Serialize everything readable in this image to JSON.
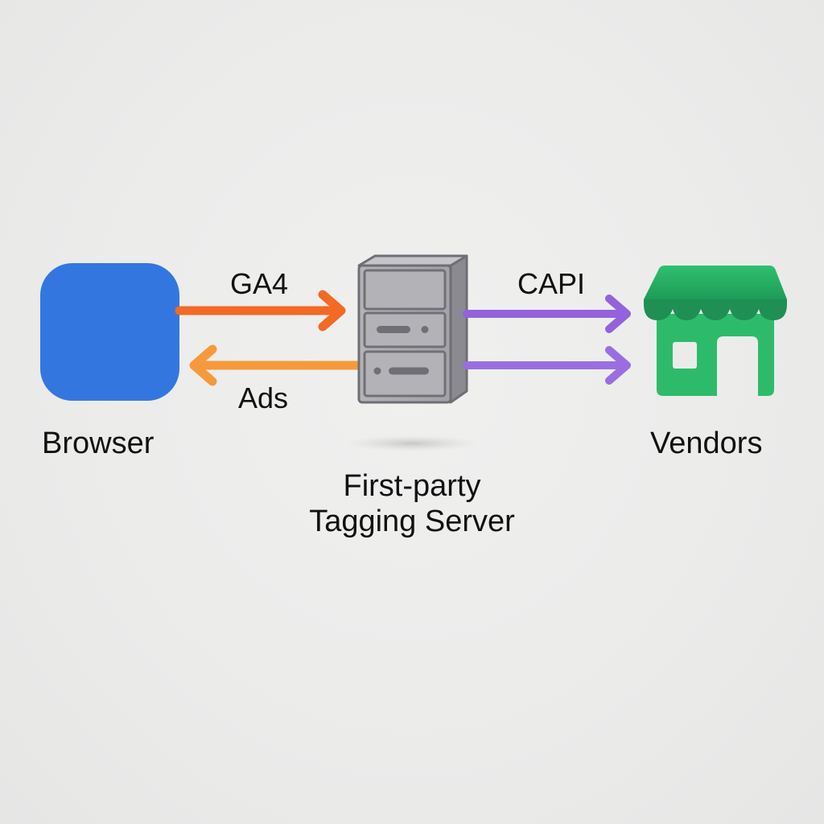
{
  "nodes": {
    "browser": {
      "label": "Browser",
      "icon": "browser-window-icon",
      "color": "#3476e0"
    },
    "server": {
      "label_line1": "First-party",
      "label_line2": "Tagging Server",
      "icon": "server-tower-icon",
      "color": "#a9a9ae"
    },
    "vendors": {
      "label": "Vendors",
      "icon": "storefront-icon",
      "color": "#2dbb6b"
    }
  },
  "edges": {
    "ga4": {
      "label": "GA4",
      "from": "Browser",
      "to": "First-party Tagging Server",
      "color": "#f26a24"
    },
    "ads": {
      "label": "Ads",
      "from": "First-party Tagging Server",
      "to": "Browser",
      "color": "#f59a3c"
    },
    "capi": {
      "label": "CAPI",
      "from": "First-party Tagging Server",
      "to": "Vendors",
      "color": "#9362dc"
    },
    "vendor_lower": {
      "label": "",
      "from": "First-party Tagging Server",
      "to": "Vendors",
      "color": "#9a6ee0"
    }
  }
}
